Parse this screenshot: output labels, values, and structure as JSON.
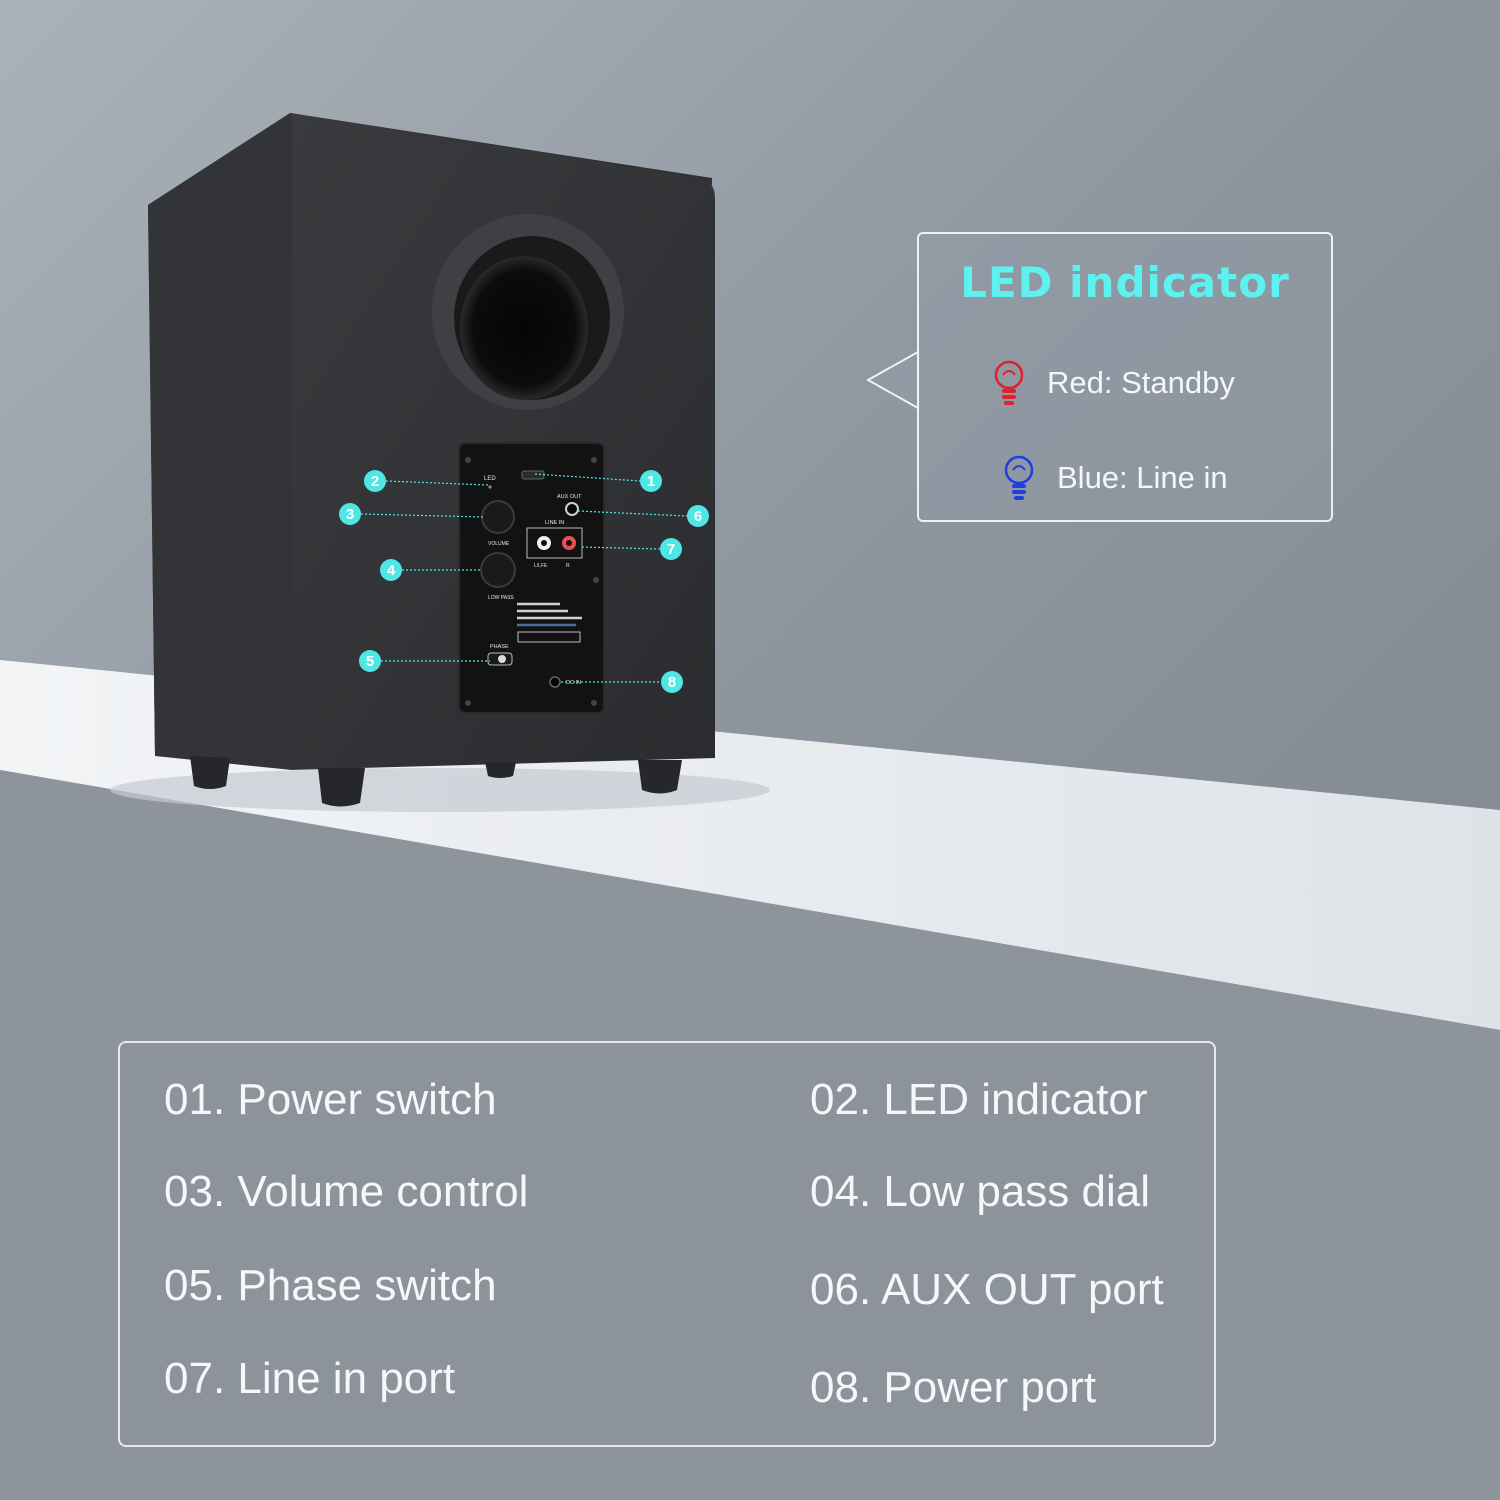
{
  "led_indicator": {
    "title": "LED indicator",
    "red_label": "Red: Standby",
    "blue_label": "Blue: Line in",
    "title_color": "#5ff0f0",
    "red_color": "#e0202a",
    "blue_color": "#1f3ee0"
  },
  "callouts": [
    "1",
    "2",
    "3",
    "4",
    "5",
    "6",
    "7",
    "8"
  ],
  "panel_labels": {
    "led": "LED",
    "aux_out": "AUX OUT",
    "line_in": "LINE IN",
    "volume": "VOLUME",
    "low_pass": "LOW PASS",
    "lfe": "L/LFE",
    "r": "R",
    "phase": "PHASE",
    "dc_in": "DC IN"
  },
  "legend": [
    "01. Power switch",
    "02. LED indicator",
    "03. Volume control",
    "04. Low pass dial",
    "05. Phase switch",
    "06. AUX OUT port",
    "07. Line in port",
    "08. Power port"
  ],
  "accent_color": "#4fe6e6"
}
